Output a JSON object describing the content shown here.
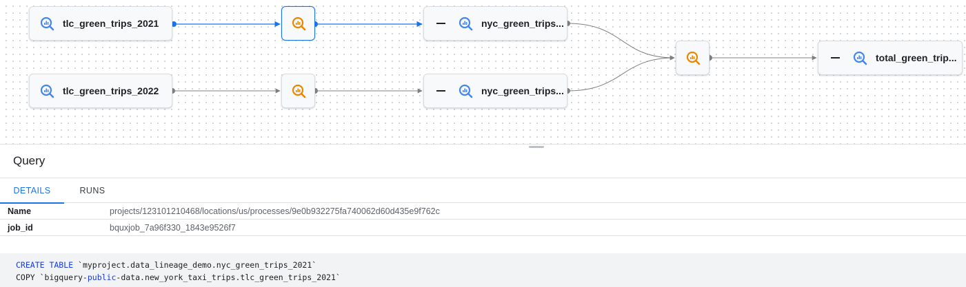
{
  "lineage_graph": {
    "nodes": {
      "src_2021": {
        "label": "tlc_green_trips_2021",
        "icon": "bigquery-table-icon"
      },
      "src_2022": {
        "label": "tlc_green_trips_2022",
        "icon": "bigquery-table-icon"
      },
      "proc_2021": {
        "icon": "bigquery-query-icon",
        "selected": true
      },
      "proc_2022": {
        "icon": "bigquery-query-icon",
        "selected": false
      },
      "mid_2021": {
        "label": "nyc_green_trips...",
        "icon": "bigquery-table-icon",
        "collapse": "—"
      },
      "mid_2022": {
        "label": "nyc_green_trips...",
        "icon": "bigquery-table-icon",
        "collapse": "—"
      },
      "proc_total": {
        "icon": "bigquery-query-icon",
        "selected": false
      },
      "total": {
        "label": "total_green_trip...",
        "icon": "bigquery-table-icon",
        "collapse": "—"
      }
    },
    "colors": {
      "selected_edge": "#1a73e8",
      "edge": "#7f7f7f",
      "table_icon": "#4285f4",
      "query_icon": "#ea8600"
    }
  },
  "details_panel": {
    "title": "Query",
    "tabs": [
      {
        "label": "DETAILS",
        "active": true
      },
      {
        "label": "RUNS",
        "active": false
      }
    ],
    "fields": [
      {
        "key": "Name",
        "value": "projects/123101210468/locations/us/processes/9e0b932275fa740062d60d435e9f762c"
      },
      {
        "key": "job_id",
        "value": "bquxjob_7a96f330_1843e9526f7"
      }
    ],
    "sql": {
      "line1_kw": "CREATE TABLE",
      "line1_rest": " `myproject.data_lineage_demo.nyc_green_trips_2021`",
      "line2_a": "COPY `bigquery-",
      "line2_kw": "public",
      "line2_b": "-data.new_york_taxi_trips.tlc_green_trips_2021`"
    }
  }
}
